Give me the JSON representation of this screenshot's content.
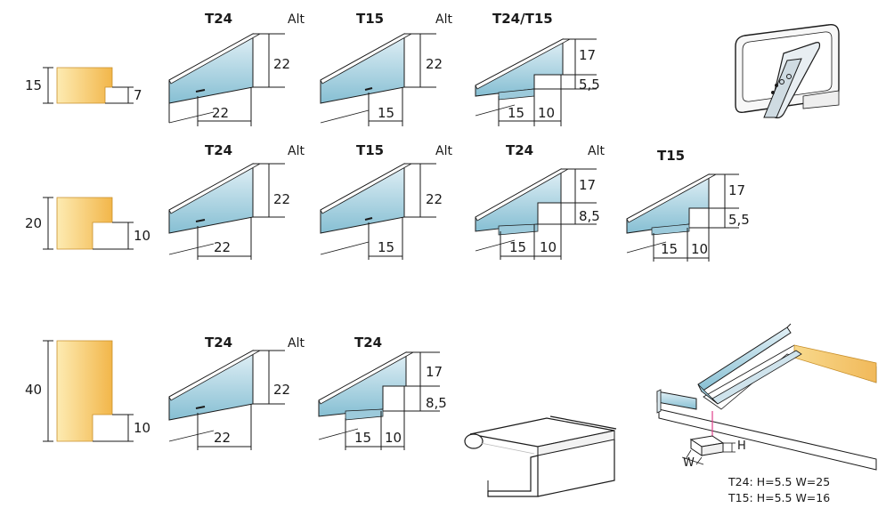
{
  "colors": {
    "wood_light": "#fdebb2",
    "wood_dark": "#f2b64a",
    "metal_face_top": "#dcecf3",
    "metal_face_bottom": "#8fc3d6",
    "line": "#1a1a1a",
    "accent": "#e0408a"
  },
  "rows": [
    {
      "edge": {
        "height": "15",
        "step": "7"
      },
      "profiles": [
        {
          "title": "T24",
          "alt": "Alt",
          "height": "22",
          "width": "22"
        },
        {
          "title": "T15",
          "alt": "Alt",
          "height": "22",
          "width": "15"
        },
        {
          "title": "T24/T15",
          "alt": "",
          "height_top": "17",
          "height_step": "5,5",
          "width_a": "15",
          "width_b": "10"
        }
      ]
    },
    {
      "edge": {
        "height": "20",
        "step": "10"
      },
      "profiles": [
        {
          "title": "T24",
          "alt": "Alt",
          "height": "22",
          "width": "22"
        },
        {
          "title": "T15",
          "alt": "Alt",
          "height": "22",
          "width": "15"
        },
        {
          "title": "T24",
          "alt": "Alt",
          "height_top": "17",
          "height_step": "8,5",
          "width_a": "15",
          "width_b": "10"
        },
        {
          "title": "T15",
          "alt": "",
          "height_top": "17",
          "height_step": "5,5",
          "width_a": "15",
          "width_b": "10"
        }
      ]
    },
    {
      "edge": {
        "height": "40",
        "step": "10"
      },
      "profiles": [
        {
          "title": "T24",
          "alt": "Alt",
          "height": "22",
          "width": "22"
        },
        {
          "title": "T24",
          "alt": "",
          "height_top": "17",
          "height_step": "8,5",
          "width_a": "15",
          "width_b": "10"
        }
      ]
    }
  ],
  "detail": {
    "h_label": "H",
    "w_label": "W",
    "notes": [
      "T24: H=5.5 W=25",
      "T15: H=5.5 W=16"
    ]
  },
  "icons": [
    "ceiling-tile-cutter-tool-icon",
    "edge-trim-bracket-icon",
    "grid-install-detail-icon"
  ]
}
